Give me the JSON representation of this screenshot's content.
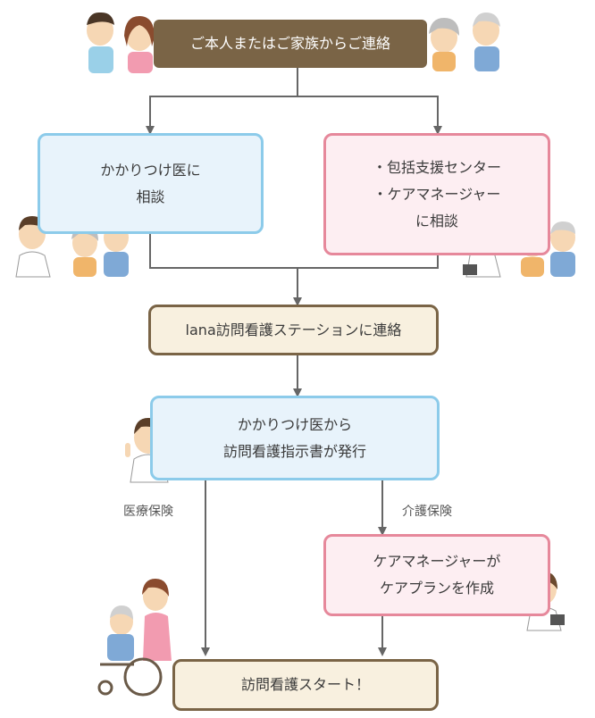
{
  "colors": {
    "brown": "#7a6446",
    "beige_fill": "#f8f0df",
    "blue_border": "#8ccbea",
    "blue_fill": "#e8f3fb",
    "pink_border": "#e6889b",
    "pink_fill": "#fdeef2",
    "arrow": "#666666"
  },
  "steps": {
    "contact": "ご本人またはご家族からご連絡",
    "doctor_line1": "かかりつけ医に",
    "doctor_line2": "相談",
    "center_line1": "・包括支援センター",
    "center_line2": "・ケアマネージャー",
    "center_line3": "に相談",
    "station": "lana訪問看護ステーションに連絡",
    "order_line1": "かかりつけ医から",
    "order_line2": "訪問看護指示書が発行",
    "plan_line1": "ケアマネージャーが",
    "plan_line2": "ケアプランを作成",
    "start": "訪問看護スタート！"
  },
  "branches": {
    "medical": "医療保険",
    "care": "介護保険"
  },
  "illustrations": [
    "young-couple",
    "elderly-couple",
    "doctor",
    "care-manager",
    "nurse-with-wheelchair"
  ]
}
